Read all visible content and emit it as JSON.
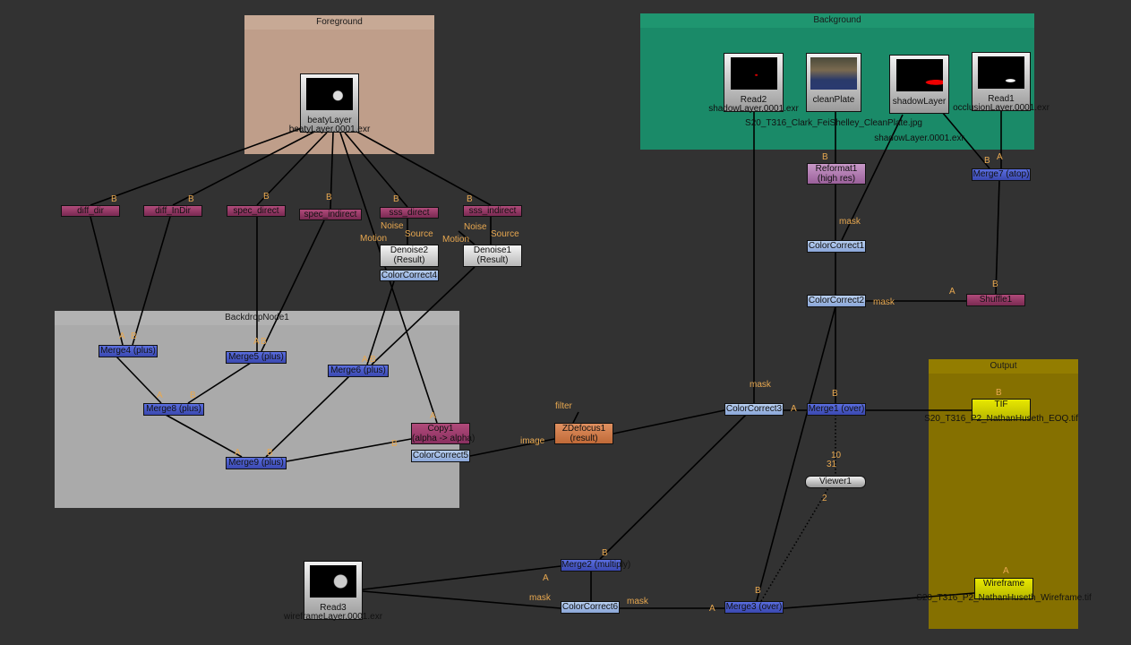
{
  "backdrops": {
    "foreground": "Foreground",
    "background": "Background",
    "backdrop1": "BackdropNode1",
    "output": "Output"
  },
  "colors": {
    "foreground": "#bf9e8a",
    "background": "#1a8a68",
    "backdrop1": "#aaaaaa",
    "output": "#857000",
    "merge": "#4a5cc8",
    "shuffle": "#8c3560",
    "colorcorrect": "#9ab4e0",
    "write": "#d8d800",
    "pipe_label": "#e8a850"
  },
  "nodes": [
    {
      "id": "beatyLayer",
      "label": "beatyLayer",
      "sub": "beatyLayer.0001.exr",
      "type": "read"
    },
    {
      "id": "Read2",
      "label": "Read2",
      "sub": "shadowLayer.0001.exr",
      "type": "read"
    },
    {
      "id": "cleanPlate",
      "label": "cleanPlate",
      "sub": "S20_T316_Clark_FeiShelley_CleanPlate.jpg",
      "type": "read"
    },
    {
      "id": "shadowLayer",
      "label": "shadowLayer",
      "sub": "shadowLayer.0001.exr",
      "type": "read"
    },
    {
      "id": "Read1",
      "label": "Read1",
      "sub": "occlusionLayer.0001.exr",
      "type": "read"
    },
    {
      "id": "Read3",
      "label": "Read3",
      "sub": "wireframeLayer.0001.exr",
      "type": "read"
    },
    {
      "id": "diff_dir",
      "label": "diff_dir",
      "type": "shuf"
    },
    {
      "id": "diff_InDir",
      "label": "diff_InDir",
      "type": "shuf"
    },
    {
      "id": "spec_direct",
      "label": "spec_direct",
      "type": "shuf"
    },
    {
      "id": "spec_indirect",
      "label": "spec_indirect",
      "type": "shuf"
    },
    {
      "id": "sss_direct",
      "label": "sss_direct",
      "type": "shuf"
    },
    {
      "id": "sss_indirect",
      "label": "sss_indirect",
      "type": "shuf"
    },
    {
      "id": "Shuffle1",
      "label": "Shuffle1",
      "type": "shuf"
    },
    {
      "id": "Denoise2",
      "label": "Denoise2",
      "sub": "(Result)",
      "type": "den"
    },
    {
      "id": "Denoise1",
      "label": "Denoise1",
      "sub": "(Result)",
      "type": "den"
    },
    {
      "id": "ColorCorrect4",
      "label": "ColorCorrect4",
      "type": "cc"
    },
    {
      "id": "Merge4",
      "label": "Merge4 (plus)",
      "type": "merge"
    },
    {
      "id": "Merge5",
      "label": "Merge5 (plus)",
      "type": "merge"
    },
    {
      "id": "Merge6",
      "label": "Merge6 (plus)",
      "type": "merge"
    },
    {
      "id": "Merge8",
      "label": "Merge8 (plus)",
      "type": "merge"
    },
    {
      "id": "Merge9",
      "label": "Merge9 (plus)",
      "type": "merge"
    },
    {
      "id": "Copy1",
      "label": "Copy1",
      "sub": "(alpha -> alpha)",
      "type": "copy"
    },
    {
      "id": "ColorCorrect5",
      "label": "ColorCorrect5",
      "type": "cc"
    },
    {
      "id": "ZDefocus1",
      "label": "ZDefocus1",
      "sub": "(result)",
      "type": "zdef"
    },
    {
      "id": "Reformat1",
      "label": "Reformat1",
      "sub": "(high res)",
      "type": "refo"
    },
    {
      "id": "Merge7",
      "label": "Merge7 (atop)",
      "type": "merge"
    },
    {
      "id": "ColorCorrect1",
      "label": "ColorCorrect1",
      "type": "cc"
    },
    {
      "id": "ColorCorrect2",
      "label": "ColorCorrect2",
      "type": "cc"
    },
    {
      "id": "ColorCorrect3",
      "label": "ColorCorrect3",
      "type": "cc"
    },
    {
      "id": "Merge1",
      "label": "Merge1 (over)",
      "type": "merge"
    },
    {
      "id": "Viewer1",
      "label": "Viewer1",
      "type": "view"
    },
    {
      "id": "TIF",
      "label": "TIF",
      "sub": "S20_T316_P2_NathanHuseth_EOQ.tif",
      "type": "write"
    },
    {
      "id": "Merge2",
      "label": "Merge2 (multiply)",
      "type": "merge"
    },
    {
      "id": "ColorCorrect6",
      "label": "ColorCorrect6",
      "type": "cc"
    },
    {
      "id": "Merge3",
      "label": "Merge3 (over)",
      "type": "merge"
    },
    {
      "id": "Wireframe",
      "label": "Wireframe",
      "sub": "S20_T316_P2_NathanHuseth_Wireframe.tif",
      "type": "write"
    }
  ],
  "pipe_labels": [
    "B",
    "B",
    "B",
    "B",
    "B",
    "B",
    "Noise",
    "Source",
    "Motion",
    "Noise",
    "Source",
    "Motion",
    "A",
    "B",
    "A",
    "B",
    "A",
    "B",
    "A",
    "B",
    "A",
    "B",
    "A",
    "B",
    "A",
    "B",
    "filter",
    "image",
    "B",
    "A",
    "mask",
    "mask",
    "mask",
    "B",
    "B",
    "A",
    "mask",
    "B",
    "A",
    "10",
    "31",
    "2",
    "B",
    "A",
    "mask",
    "A",
    "B"
  ]
}
